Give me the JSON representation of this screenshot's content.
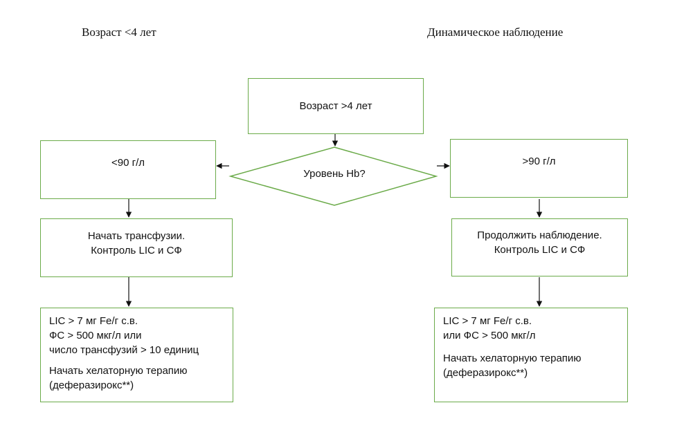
{
  "headings": {
    "left": "Возраст <4 лет",
    "right": "Динамическое наблюдение"
  },
  "nodes": {
    "age_over_4": "Возраст >4 лет",
    "hb_question": "Уровень Hb?",
    "below_90": "<90 г/л",
    "above_90": ">90 г/л",
    "start_transfusions": [
      "Начать трансфузии.",
      "Контроль LIC и СФ"
    ],
    "continue_observation": [
      "Продолжить наблюдение.",
      "Контроль LIC и СФ"
    ],
    "left_criteria": {
      "lines": [
        "LIC > 7 мг Fe/г с.в.",
        "ФС > 500 мкг/л или",
        "число трансфузий > 10 единиц"
      ],
      "action": [
        "Начать хелаторную терапию",
        "(деферазирокс**)"
      ]
    },
    "right_criteria": {
      "lines": [
        "LIC > 7 мг Fe/г с.в.",
        "или ФС > 500 мкг/л"
      ],
      "action": [
        "Начать хелаторную терапию",
        "(деферазирокс**)"
      ]
    }
  },
  "colors": {
    "border": "#6aaa48",
    "arrow": "#111111"
  }
}
